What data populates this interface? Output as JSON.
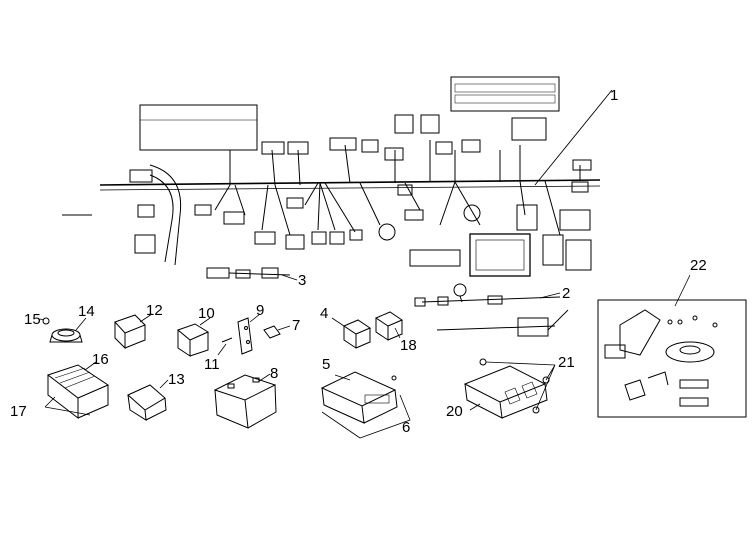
{
  "callouts": [
    {
      "id": "1",
      "label": "1"
    },
    {
      "id": "2",
      "label": "2"
    },
    {
      "id": "3",
      "label": "3"
    },
    {
      "id": "4",
      "label": "4"
    },
    {
      "id": "5",
      "label": "5"
    },
    {
      "id": "6",
      "label": "6"
    },
    {
      "id": "7",
      "label": "7"
    },
    {
      "id": "8",
      "label": "8"
    },
    {
      "id": "9",
      "label": "9"
    },
    {
      "id": "10",
      "label": "10"
    },
    {
      "id": "11",
      "label": "11"
    },
    {
      "id": "12",
      "label": "12"
    },
    {
      "id": "13",
      "label": "13"
    },
    {
      "id": "14",
      "label": "14"
    },
    {
      "id": "15",
      "label": "15"
    },
    {
      "id": "16",
      "label": "16"
    },
    {
      "id": "17",
      "label": "17"
    },
    {
      "id": "18",
      "label": "18"
    },
    {
      "id": "20",
      "label": "20"
    },
    {
      "id": "21",
      "label": "21"
    },
    {
      "id": "22",
      "label": "22"
    }
  ]
}
